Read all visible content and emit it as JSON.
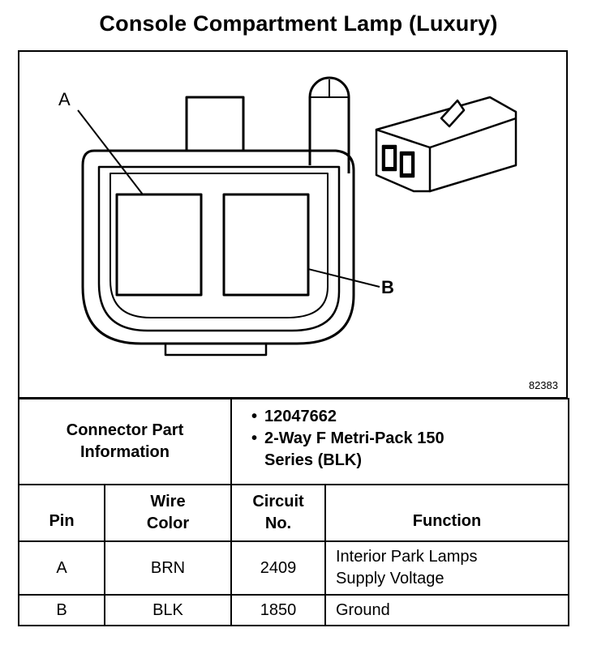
{
  "title": "Console Compartment Lamp (Luxury)",
  "diagram": {
    "callouts": {
      "a": "A",
      "b": "B"
    },
    "figure_number": "82383"
  },
  "connector_info": {
    "label": "Connector Part Information",
    "items": [
      "12047662",
      "2-Way F Metri-Pack 150 Series (BLK)"
    ]
  },
  "table": {
    "headers": {
      "pin": "Pin",
      "wire_color": "Wire Color",
      "circuit": "Circuit No.",
      "function": "Function"
    },
    "rows": [
      {
        "pin": "A",
        "wire_color": "BRN",
        "circuit": "2409",
        "function": "Interior Park Lamps Supply Voltage"
      },
      {
        "pin": "B",
        "wire_color": "BLK",
        "circuit": "1850",
        "function": "Ground"
      }
    ]
  }
}
